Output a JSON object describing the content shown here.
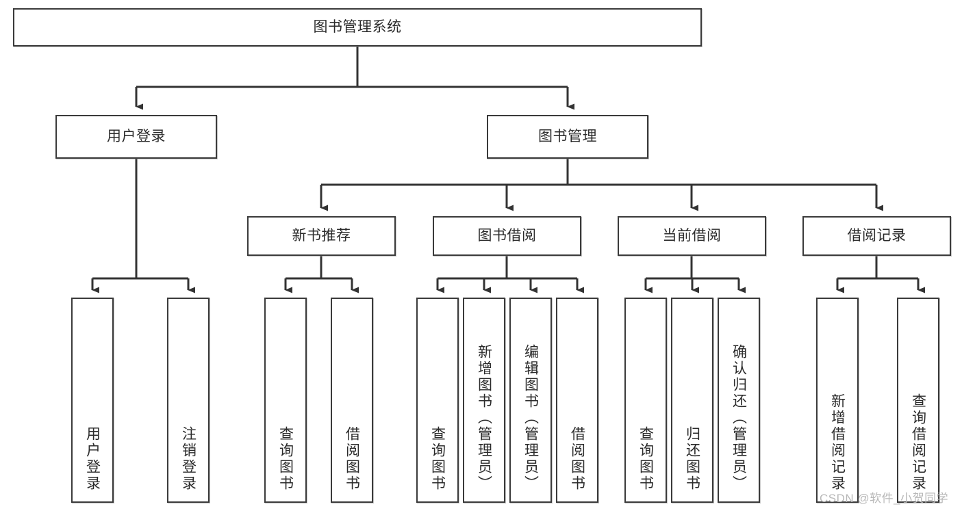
{
  "diagram": {
    "type": "tree",
    "title": "图书管理系统",
    "orientation": "top-down",
    "colors": {
      "box_border": "#3a3a3a",
      "box_fill": "#ffffff",
      "connector": "#333333",
      "text": "#2b2b2b",
      "watermark": "#b8b8b8"
    },
    "root": {
      "label": "图书管理系统"
    },
    "level1": [
      {
        "label": "用户登录"
      },
      {
        "label": "图书管理"
      }
    ],
    "level2": [
      {
        "label": "新书推荐"
      },
      {
        "label": "图书借阅"
      },
      {
        "label": "当前借阅"
      },
      {
        "label": "借阅记录"
      }
    ],
    "leaves": {
      "user_login": [
        {
          "label": "用户登录"
        },
        {
          "label": "注销登录"
        }
      ],
      "new_book_recommend": [
        {
          "label": "查询图书"
        },
        {
          "label": "借阅图书"
        }
      ],
      "book_borrow": [
        {
          "label": "查询图书"
        },
        {
          "label": "新增图书（管理员）"
        },
        {
          "label": "编辑图书（管理员）"
        },
        {
          "label": "借阅图书"
        }
      ],
      "current_borrow": [
        {
          "label": "查询图书"
        },
        {
          "label": "归还图书"
        },
        {
          "label": "确认归还（管理员）"
        }
      ],
      "borrow_record": [
        {
          "label": "新增借阅记录"
        },
        {
          "label": "查询借阅记录"
        }
      ]
    }
  },
  "watermark": {
    "text": "CSDN @软件_小贺同学"
  }
}
